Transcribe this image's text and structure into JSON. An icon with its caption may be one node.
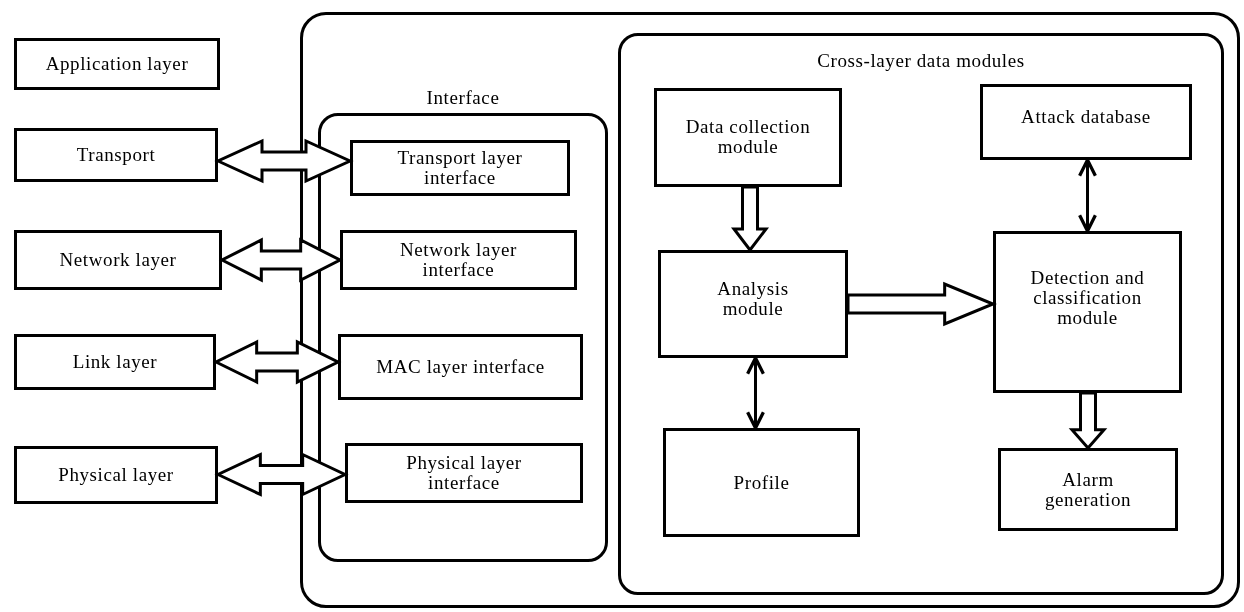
{
  "diagram": {
    "nodes": [
      {
        "text": [
          "Application layer"
        ]
      },
      {
        "text": [
          "Transport"
        ]
      },
      {
        "text": [
          "Network layer"
        ]
      },
      {
        "text": [
          "Link layer"
        ]
      },
      {
        "text": [
          "Physical layer"
        ]
      },
      {
        "text": [],
        "shape": "box"
      },
      {
        "text": [
          "Interface"
        ],
        "in": 5
      },
      {
        "text": [
          "Transport layer interface"
        ],
        "in": 6
      },
      {
        "text": [
          "Network layer interface"
        ],
        "in": 6
      },
      {
        "text": [
          "MAC layer interface"
        ],
        "in": 6
      },
      {
        "text": [
          "Physical layer interface"
        ],
        "in": 6
      },
      {
        "text": [
          "Cross-layer data modules"
        ],
        "in": 5
      },
      {
        "text": [
          "Data collection module"
        ],
        "in": 11
      },
      {
        "text": [
          "Attack database"
        ],
        "in": 11
      },
      {
        "text": [
          "Analysis module"
        ],
        "in": 11
      },
      {
        "text": [
          "Detection and classification module"
        ],
        "in": 11
      },
      {
        "text": [
          "Profile"
        ],
        "in": 11
      },
      {
        "text": [
          "Alarm generation"
        ],
        "in": 11
      }
    ],
    "edges": [
      {
        "from": 1,
        "to": 7,
        "arrow": "both",
        "style": "thick"
      },
      {
        "from": 2,
        "to": 8,
        "arrow": "both",
        "style": "thick"
      },
      {
        "from": 3,
        "to": 9,
        "arrow": "both",
        "style": "thick"
      },
      {
        "from": 4,
        "to": 10,
        "arrow": "both",
        "style": "thick"
      },
      {
        "from": 12,
        "to": 14,
        "arrow": "to",
        "style": "thick"
      },
      {
        "from": 14,
        "to": 15,
        "arrow": "to",
        "style": "thick"
      },
      {
        "from": 13,
        "to": 15,
        "arrow": "both"
      },
      {
        "from": 14,
        "to": 16,
        "arrow": "both"
      },
      {
        "from": 15,
        "to": 17,
        "arrow": "to",
        "style": "thick"
      }
    ]
  }
}
